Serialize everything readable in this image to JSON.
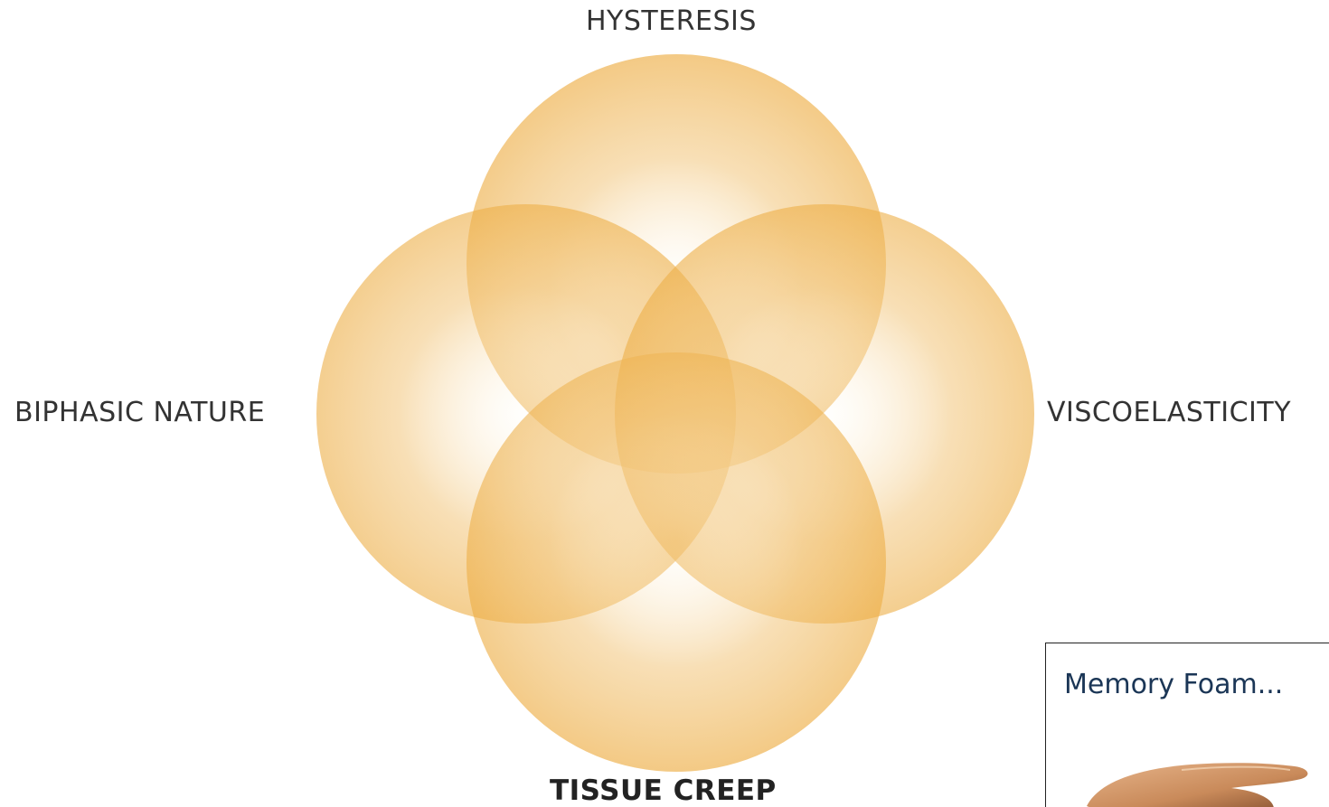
{
  "labels": {
    "top": "HYSTERESIS",
    "left": "BIPHASIC NATURE",
    "right": "VISCOELASTICITY",
    "bottom": "TISSUE CREEP"
  },
  "inset": {
    "title": "Memory Foam..."
  },
  "colors": {
    "circle_fill": "#eca93a",
    "circle_highlight": "#fffbf0",
    "label_text": "#333333",
    "inset_title": "#1b3656",
    "hand": "#c98a5a"
  }
}
